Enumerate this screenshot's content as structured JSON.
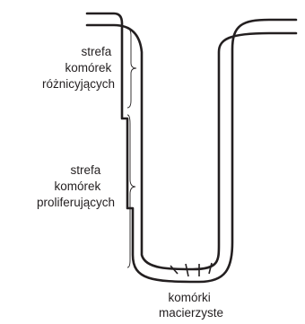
{
  "labels": {
    "differentiating_zone": [
      "strefa",
      "komórek",
      "różnicyjących"
    ],
    "proliferating_zone": [
      "strefa",
      "komórek",
      "proliferujących"
    ],
    "stem_cells": [
      "komórki",
      "macierzyste"
    ]
  },
  "colors": {
    "line": "#231f20",
    "background": "#ffffff"
  }
}
